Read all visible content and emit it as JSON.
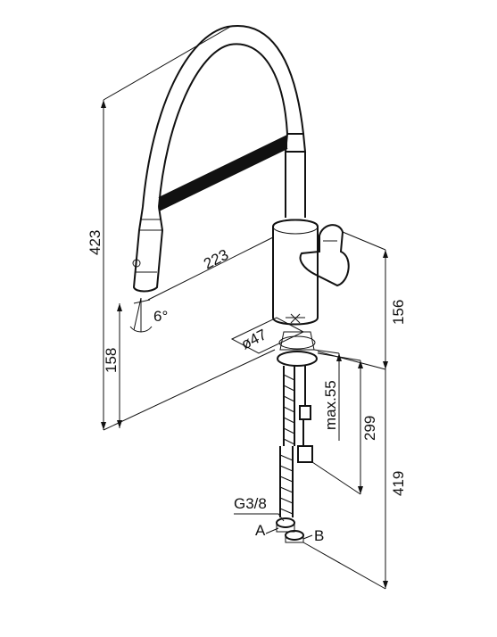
{
  "dimensions": {
    "total_height": "423",
    "reach": "223",
    "spout_angle": "6°",
    "spout_height": "158",
    "hole_diameter": "ø47",
    "body_height": "156",
    "max_thickness": "max.55",
    "hose_length_inner": "299",
    "hose_length_outer": "419"
  },
  "connections": {
    "thread": "G3/8",
    "label_a": "A",
    "label_b": "B"
  }
}
